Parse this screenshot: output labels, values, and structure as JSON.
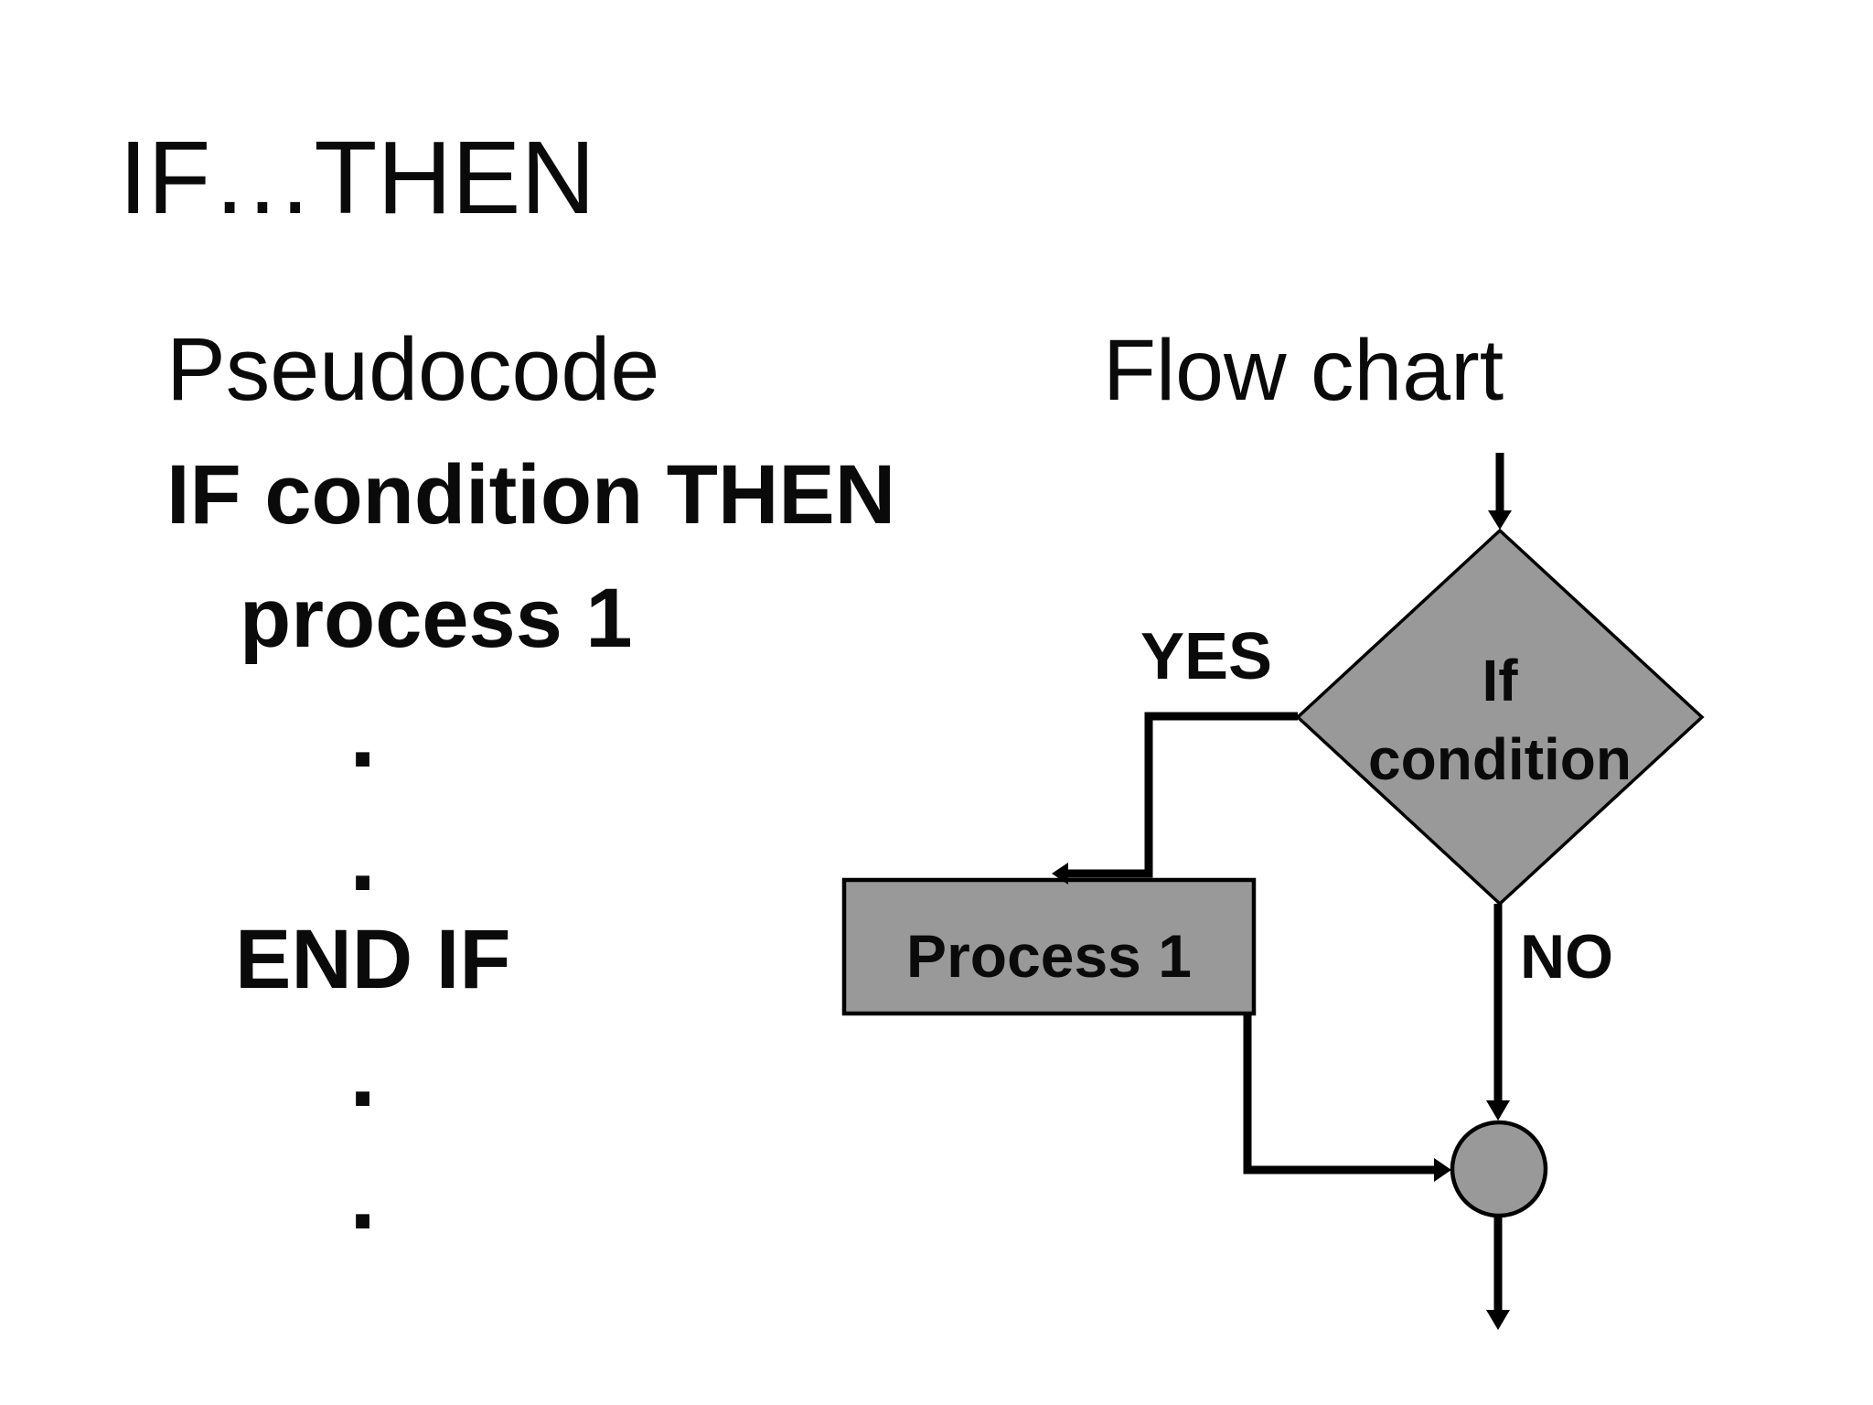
{
  "slide": {
    "title": "IF…THEN",
    "left_column": {
      "heading": "Pseudocode",
      "pseudocode": {
        "line_if": "IF condition THEN",
        "line_process": "process 1",
        "continuation_dot": ".",
        "line_endif": "END IF"
      }
    },
    "right_column": {
      "heading": "Flow chart",
      "flowchart": {
        "decision_label_line1": "If",
        "decision_label_line2": "condition",
        "yes_branch_label": "YES",
        "no_branch_label": "NO",
        "process_box_label": "Process 1"
      }
    },
    "colors": {
      "background": "#ffffff",
      "shape_fill": "#999999",
      "shape_border": "#000000",
      "connector": "#000000",
      "text": "#0a0a0a"
    }
  }
}
